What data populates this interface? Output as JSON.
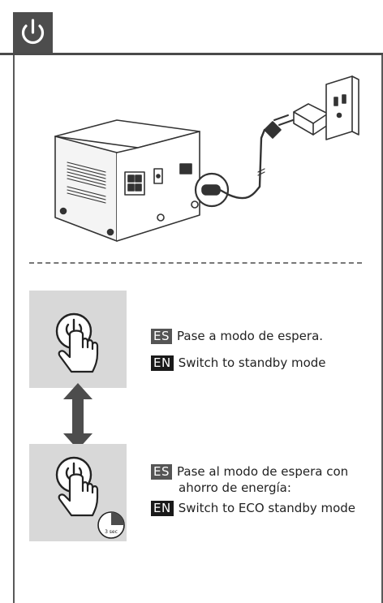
{
  "colors": {
    "header_box": "#4d4d4d",
    "frame": "#5a5a5a",
    "tile": "#d8d8d8",
    "tag_es": "#555555",
    "tag_en": "#1a1a1a"
  },
  "icons": {
    "header": "power-icon",
    "hero": "device-power-connection-illustration",
    "step1": "hand-press-power-icon",
    "step2": "hand-hold-power-timer-icon",
    "between": "double-arrow-icon"
  },
  "step1": {
    "es_tag": "ES",
    "es_text": "Pase a modo de espera.",
    "en_tag": "EN",
    "en_text": "Switch to standby mode"
  },
  "step2": {
    "timer_label": "3 sec",
    "es_tag": "ES",
    "es_text_line1": "Pase al modo de espera con",
    "es_text_line2": "ahorro de energía:",
    "en_tag": "EN",
    "en_text": "Switch to ECO standby mode"
  }
}
